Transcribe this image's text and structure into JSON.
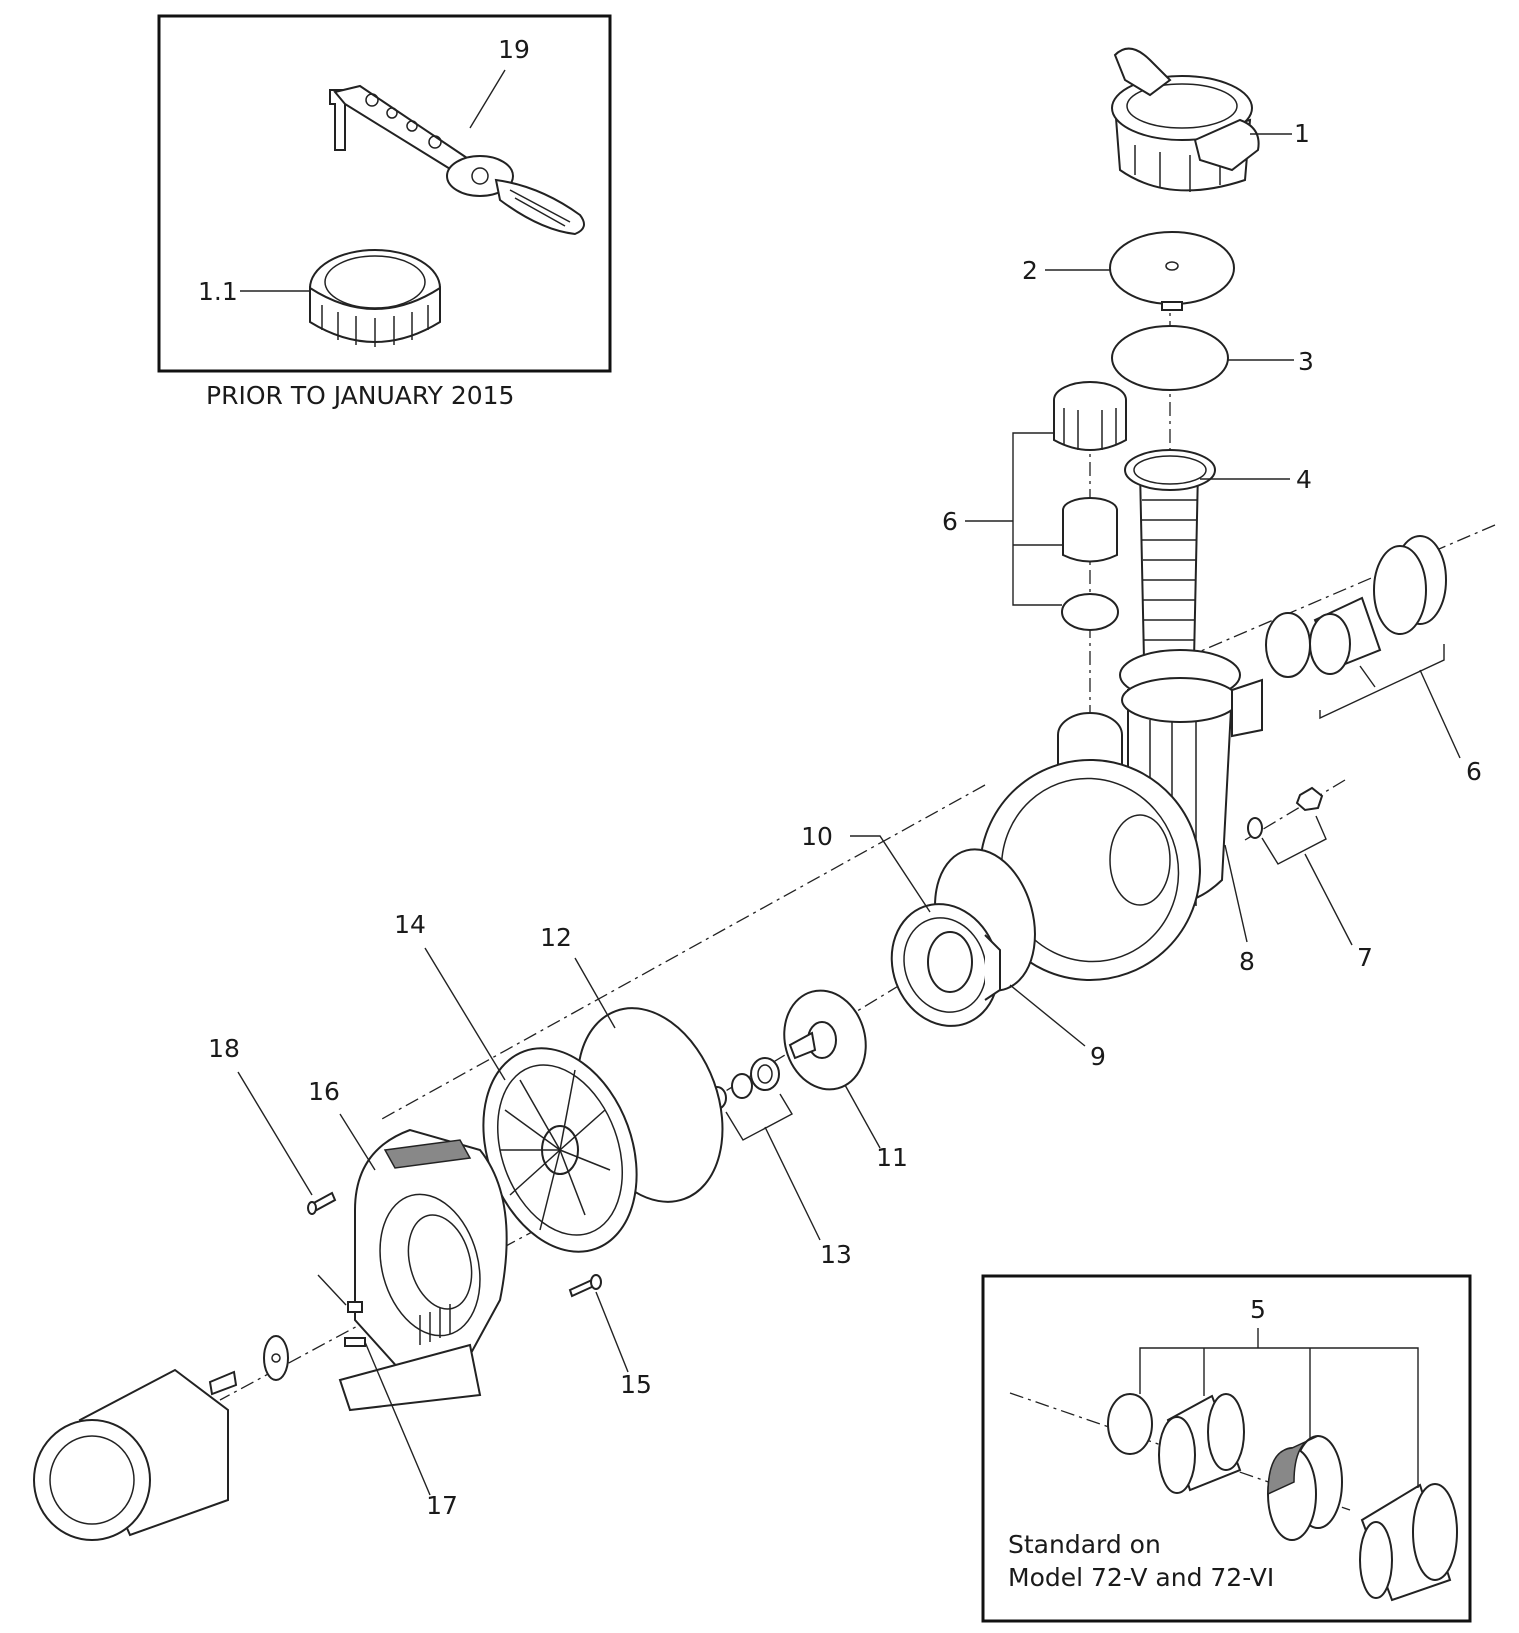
{
  "callouts": {
    "c1": "1",
    "c1_1": "1.1",
    "c2": "2",
    "c3": "3",
    "c4": "4",
    "c5": "5",
    "c6a": "6",
    "c6b": "6",
    "c7": "7",
    "c8": "8",
    "c9": "9",
    "c10": "10",
    "c11": "11",
    "c12": "12",
    "c13": "13",
    "c14": "14",
    "c15": "15",
    "c16": "16",
    "c17": "17",
    "c18": "18",
    "c19": "19"
  },
  "inset_top": {
    "caption": "PRIOR TO JANUARY 2015"
  },
  "inset_bottom": {
    "caption_line1": "Standard on",
    "caption_line2": "Model 72-V and 72-VI"
  }
}
